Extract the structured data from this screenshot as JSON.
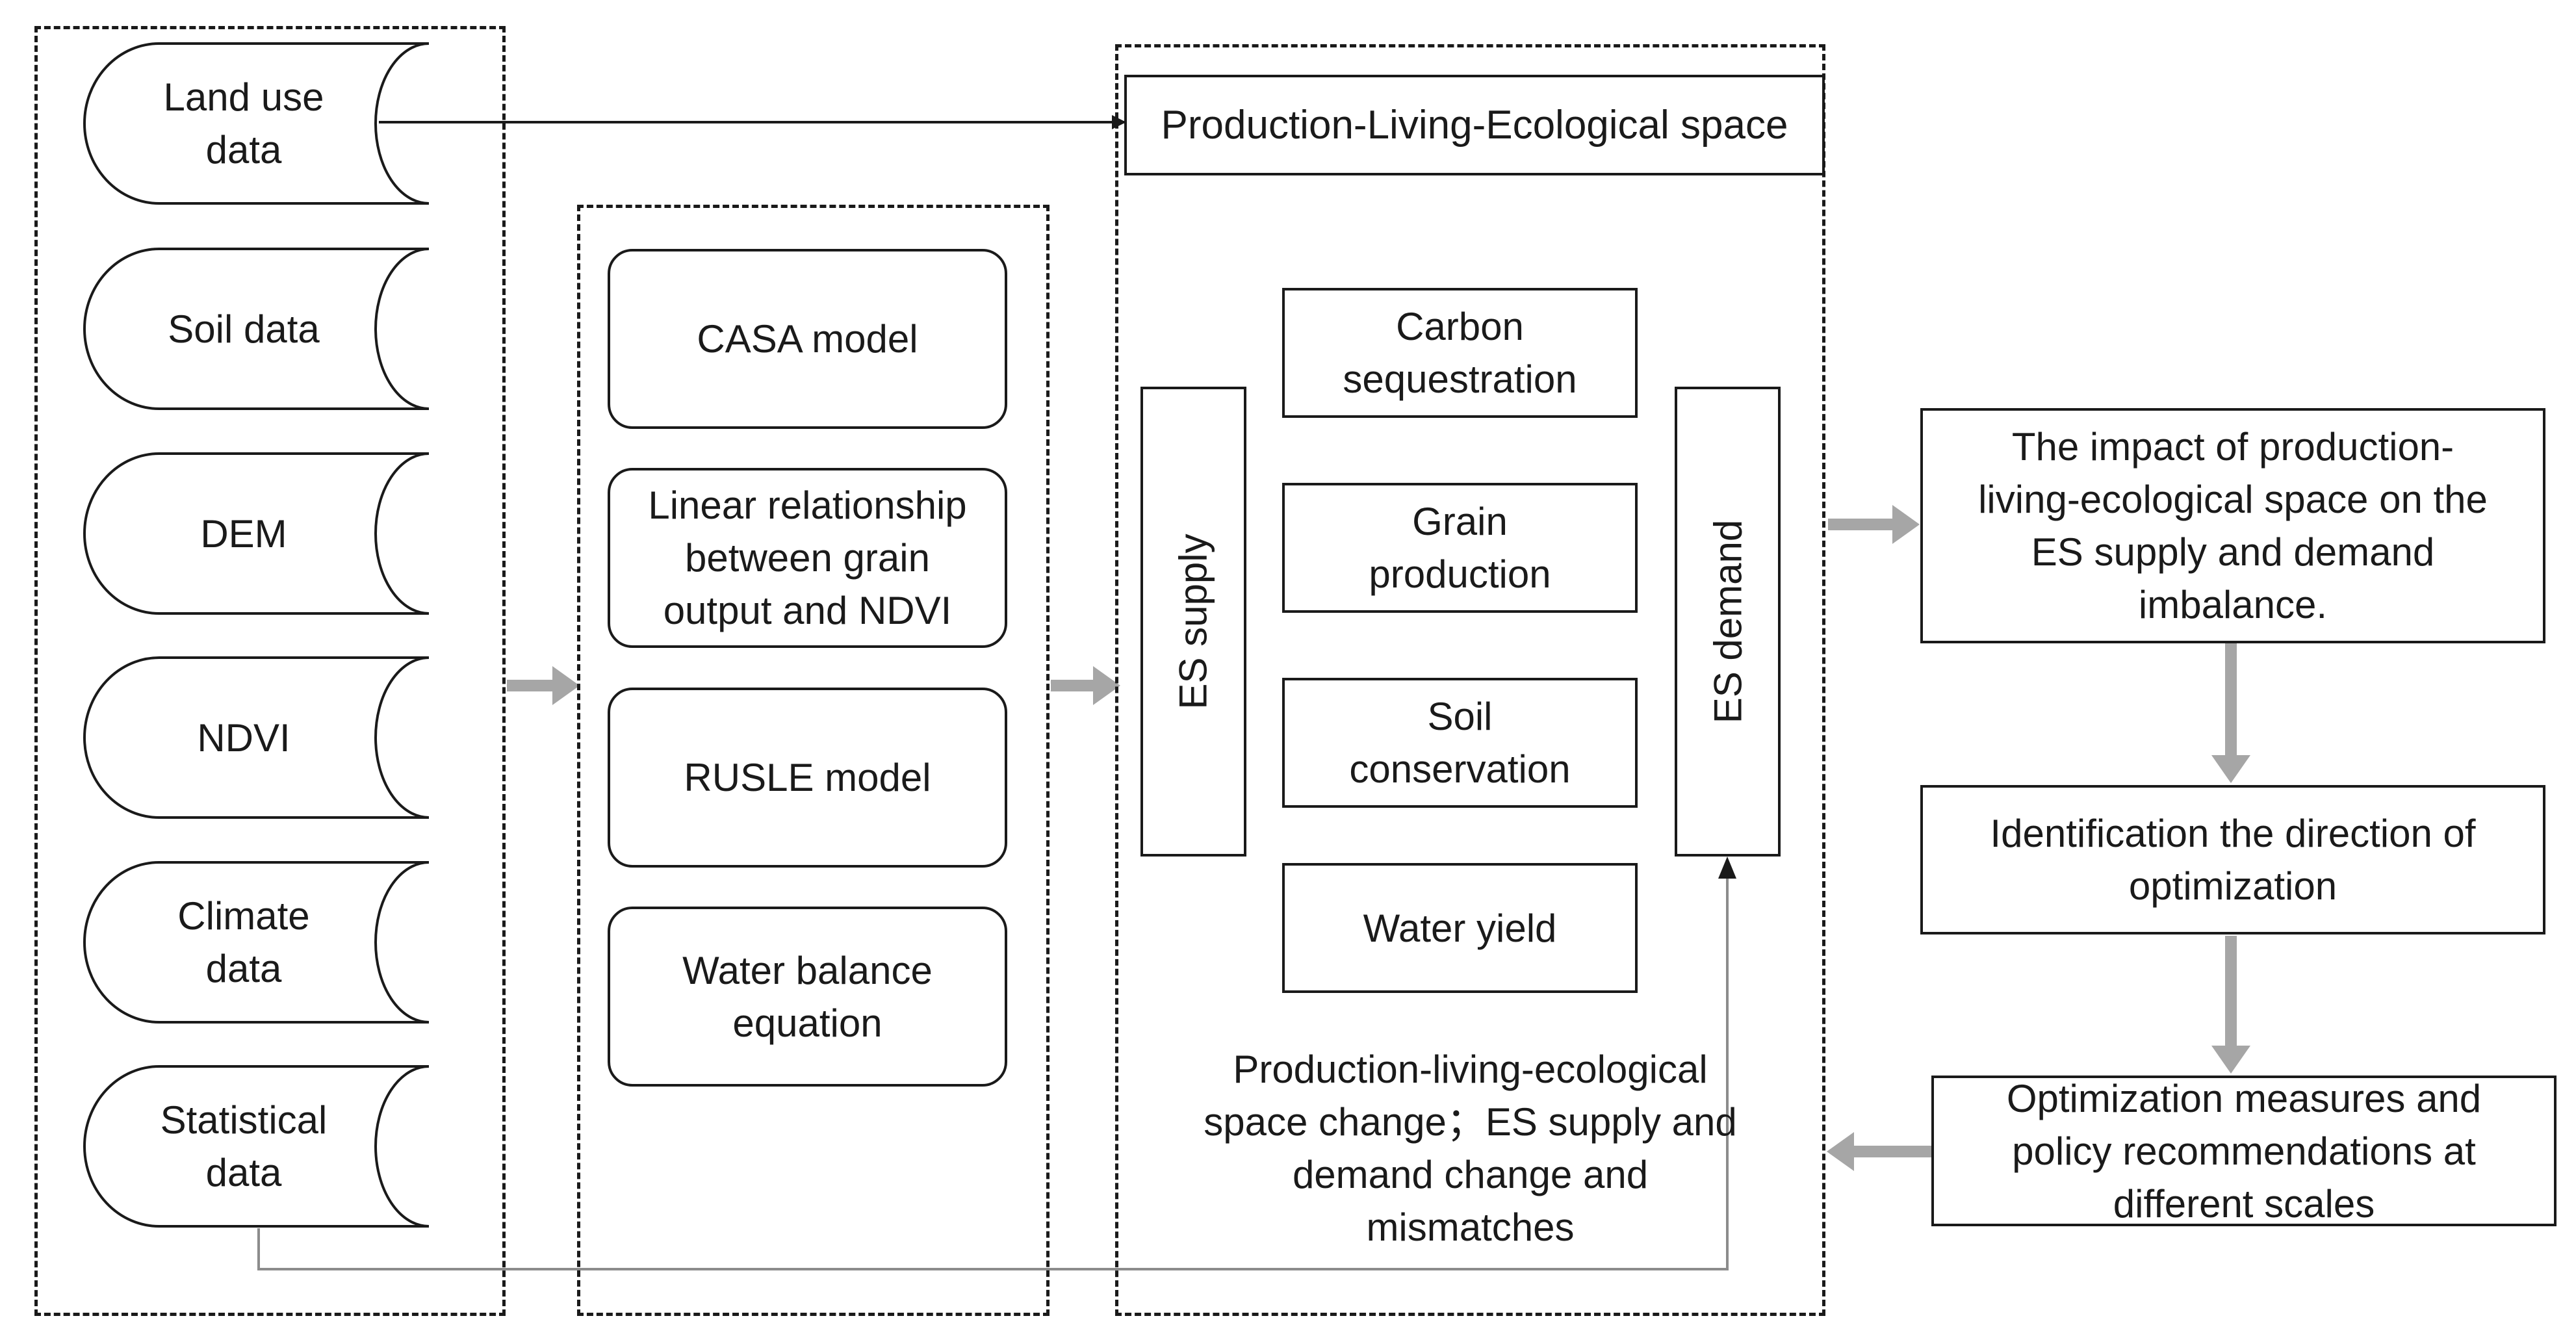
{
  "data_sources": {
    "items": [
      {
        "label": "Land use\ndata"
      },
      {
        "label": "Soil data"
      },
      {
        "label": "DEM"
      },
      {
        "label": "NDVI"
      },
      {
        "label": "Climate\ndata"
      },
      {
        "label": "Statistical\ndata"
      }
    ]
  },
  "models": {
    "items": [
      {
        "label": "CASA model"
      },
      {
        "label": "Linear relationship\nbetween grain\noutput and NDVI"
      },
      {
        "label": "RUSLE model"
      },
      {
        "label": "Water balance\nequation"
      }
    ]
  },
  "core": {
    "pls_title": "Production-Living-Ecological space",
    "supply_label": "ES supply",
    "demand_label": "ES demand",
    "services": [
      {
        "label": "Carbon\nsequestration"
      },
      {
        "label": "Grain\nproduction"
      },
      {
        "label": "Soil\nconservation"
      },
      {
        "label": "Water yield"
      }
    ],
    "change_text": "Production-living-ecological\nspace change；ES supply and\ndemand change and\nmismatches"
  },
  "results": {
    "impact": "The impact of production-\nliving-ecological space on the\nES supply and demand\nimbalance.",
    "direction": "Identification the direction of\noptimization",
    "measures": "Optimization measures and\npolicy recommendations at\ndifferent scales"
  },
  "colors": {
    "line": "#1a1a1a",
    "flow_arrow": "#a6a6a6"
  }
}
